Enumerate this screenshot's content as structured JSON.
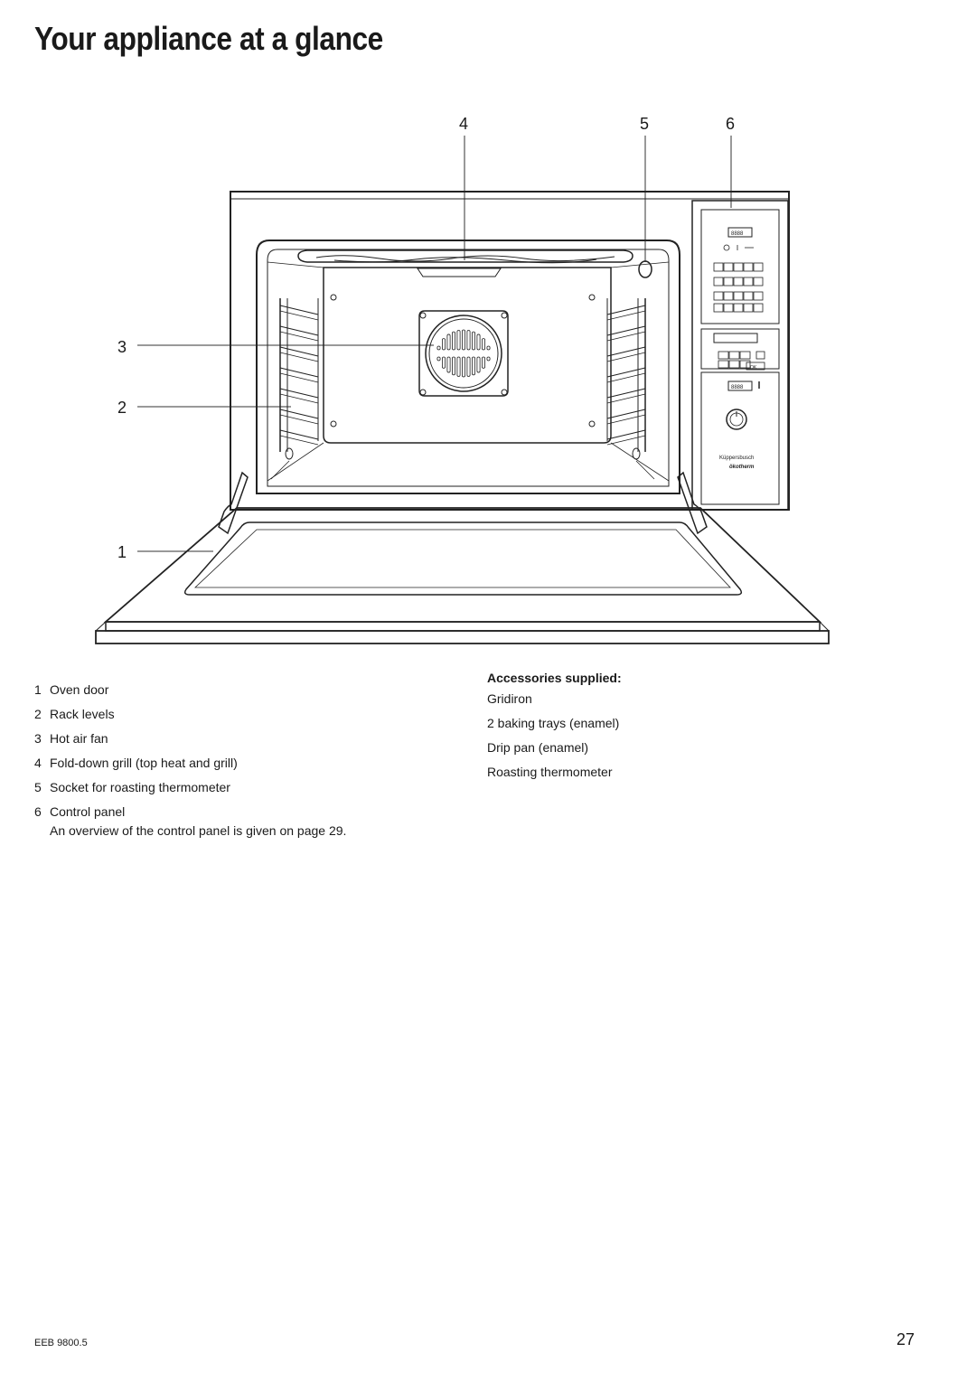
{
  "page": {
    "title": "Your appliance at a glance",
    "footer_code": "EEB 9800.5",
    "page_number": "27"
  },
  "diagram": {
    "callouts": [
      "1",
      "2",
      "3",
      "4",
      "5",
      "6"
    ],
    "display_1": "8888",
    "display_2": "8888",
    "ok_label": "OK",
    "brand": "Küppersbusch",
    "sub_brand": "ökotherm"
  },
  "legend": {
    "items": [
      {
        "num": "1",
        "label": "Oven door"
      },
      {
        "num": "2",
        "label": "Rack levels"
      },
      {
        "num": "3",
        "label": "Hot air fan"
      },
      {
        "num": "4",
        "label": "Fold-down grill (top heat and grill)"
      },
      {
        "num": "5",
        "label": "Socket for roasting thermometer"
      },
      {
        "num": "6",
        "label": "Control panel"
      }
    ],
    "note": "An overview of the control panel is given on page 29."
  },
  "accessories": {
    "heading": "Accessories supplied:",
    "items": [
      "Gridiron",
      "2 baking trays (enamel)",
      "Drip pan (enamel)",
      "Roasting thermometer"
    ]
  }
}
